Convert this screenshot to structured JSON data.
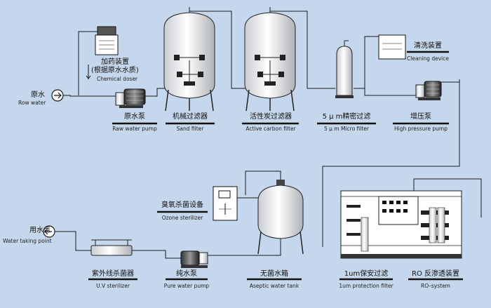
{
  "labels": {
    "raw_water": {
      "zh": "原水",
      "en": "Row water"
    },
    "chemical_doser": {
      "zh": "加药装置",
      "zh2": "(根据原水水质)",
      "en": "Chemical doser"
    },
    "raw_water_pump": {
      "zh": "原水泵",
      "en": "Raw water pump"
    },
    "sand_filter": {
      "zh": "机械过滤器",
      "en": "Sand filter"
    },
    "carbon_filter": {
      "zh": "活性炭过滤器",
      "en": "Active carbon filter"
    },
    "micro_filter": {
      "zh": "5 μ m精密过滤",
      "en": "5 μ m Micro filter"
    },
    "hp_pump": {
      "zh": "增压泵",
      "en": "High pressure pump"
    },
    "cleaning": {
      "zh": "清洗装置",
      "en": "Cleaning device"
    },
    "ozone": {
      "zh": "臭氧杀菌设备",
      "en": "Ozone sterilizer"
    },
    "water_point": {
      "zh": "用水点",
      "en": "Water taking point"
    },
    "uv": {
      "zh": "紫外线杀菌器",
      "en": "U.V sterilizer"
    },
    "pure_pump": {
      "zh": "纯水泵",
      "en": "Pure water pump"
    },
    "tank": {
      "zh": "无菌水箱",
      "en": "Aseptic water tank"
    },
    "protection_filter": {
      "zh": "1um保安过滤",
      "en": "1um protection filter"
    },
    "ro": {
      "zh": "RO 反渗透装置",
      "en": "RO–system"
    }
  },
  "colors": {
    "background": "#c5d7ec",
    "line": "#1a1a1a",
    "equipment": "#ffffff"
  }
}
